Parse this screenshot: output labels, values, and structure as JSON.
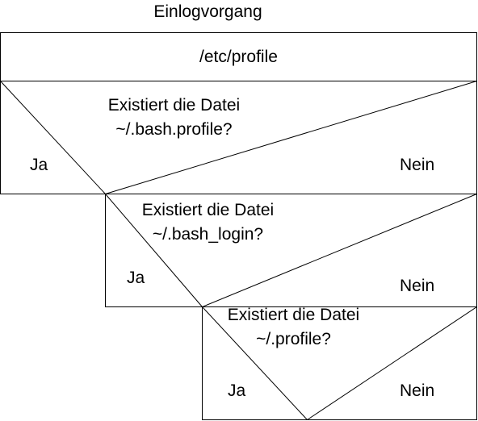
{
  "diagram": {
    "title": "Einlogvorgang",
    "statement": "/etc/profile",
    "decisions": [
      {
        "condition_line1": "Existiert die Datei",
        "condition_line2": "~/.bash.profile?",
        "yes_label": "Ja",
        "no_label": "Nein"
      },
      {
        "condition_line1": "Existiert die Datei",
        "condition_line2": "~/.bash_login?",
        "yes_label": "Ja",
        "no_label": "Nein"
      },
      {
        "condition_line1": "Existiert die Datei",
        "condition_line2": "~/.profile?",
        "yes_label": "Ja",
        "no_label": "Nein"
      }
    ]
  }
}
